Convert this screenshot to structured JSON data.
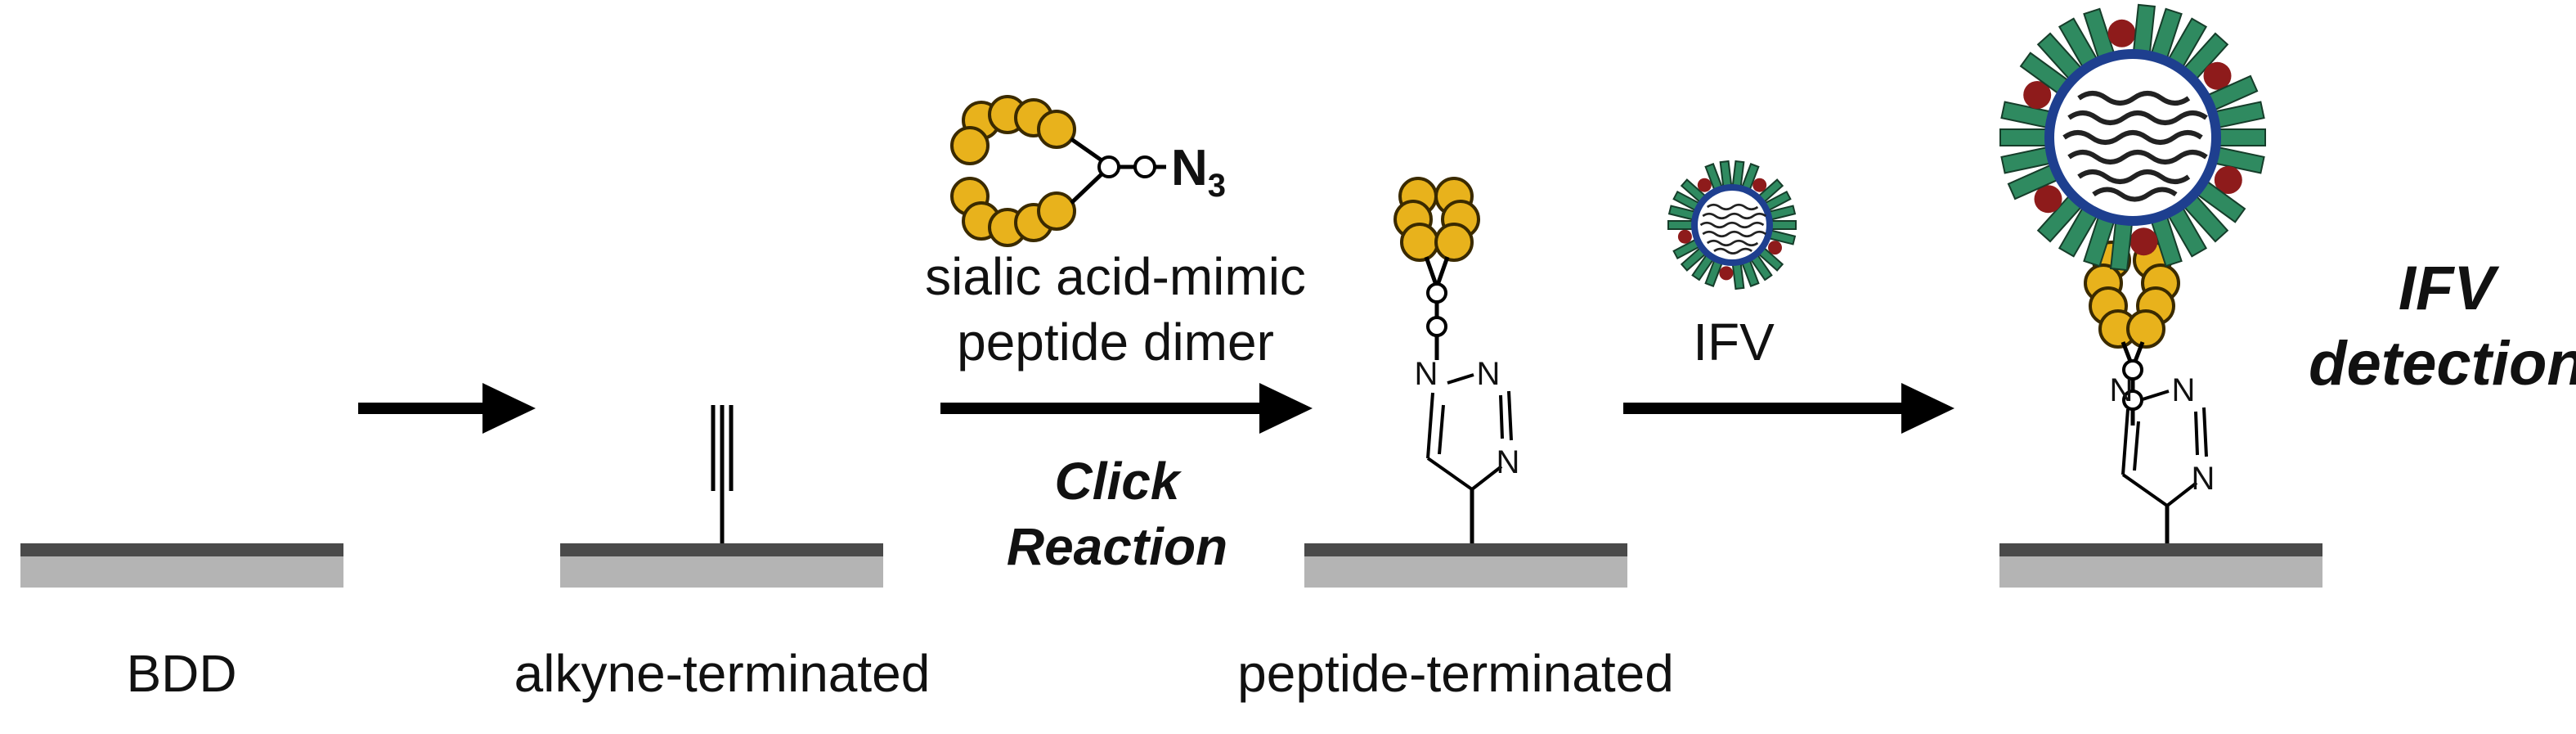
{
  "labels": {
    "bdd": "BDD",
    "alkyne": "alkyne-terminated",
    "peptide_terminated": "peptide-terminated",
    "reagent_line1": "sialic acid-mimic",
    "reagent_line2": "peptide dimer",
    "click_line1": "Click",
    "click_line2": "Reaction",
    "ifv": "IFV",
    "detection_line1": "IFV",
    "detection_line2": "detection",
    "azide": "N",
    "azide_subscript": "3",
    "triazole_atom": "N"
  },
  "colors": {
    "surface_top": "#4a4a4a",
    "surface_bottom": "#b4b4b4",
    "peptide_bead": "#e8b21c",
    "peptide_outline": "#3a2a00",
    "spike_green": "#2f8a60",
    "spike_red": "#8e1b1b",
    "envelope_blue": "#1e3f8f",
    "arrow": "#000000"
  }
}
